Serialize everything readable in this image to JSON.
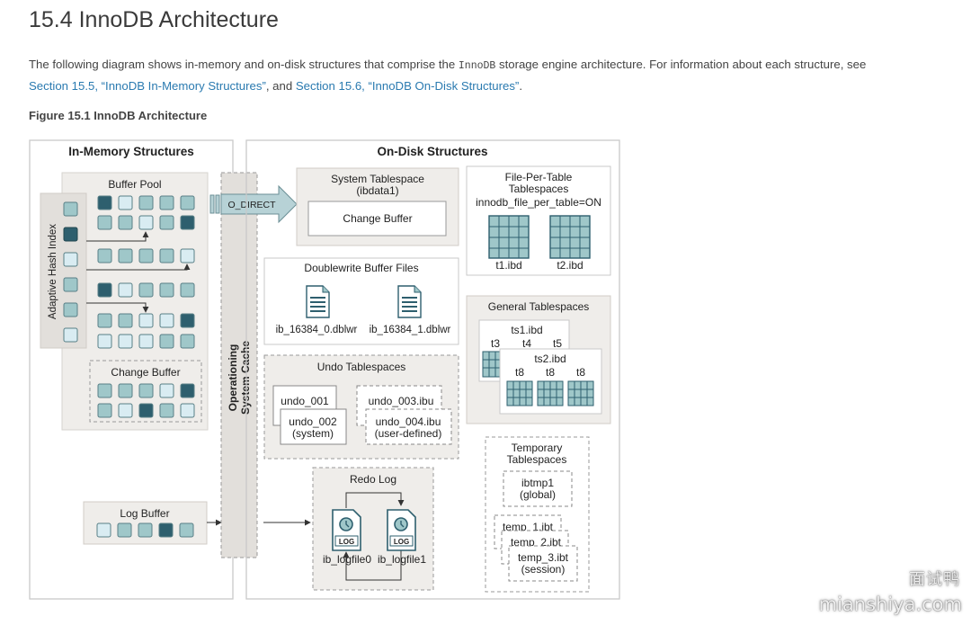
{
  "page": {
    "title": "15.4 InnoDB Architecture",
    "intro_before": "The following diagram shows in-memory and on-disk structures that comprise the ",
    "intro_code": "InnoDB",
    "intro_after": " storage engine architecture. For information about each structure, see",
    "link1": "Section 15.5, “InnoDB In-Memory Structures”",
    "between_links": ", and ",
    "link2": "Section 15.6, “InnoDB On-Disk Structures”",
    "intro_end": ".",
    "figure_caption": "Figure 15.1 InnoDB Architecture"
  },
  "diagram": {
    "in_memory": {
      "title": "In-Memory Structures",
      "buffer_pool": "Buffer Pool",
      "adaptive_hash_index": "Adaptive Hash Index",
      "change_buffer": "Change Buffer",
      "log_buffer": "Log Buffer"
    },
    "os_cache": {
      "line1": "Operationing",
      "line2": "System Cache"
    },
    "o_direct": "O_DIRECT",
    "on_disk": {
      "title": "On-Disk Structures",
      "system_tablespace": {
        "line1": "System Tablespace",
        "line2": "(ibdata1)",
        "change_buffer": "Change Buffer"
      },
      "file_per_table": {
        "line1": "File-Per-Table",
        "line2": "Tablespaces",
        "setting": "innodb_file_per_table=ON",
        "file1": "t1.ibd",
        "file2": "t2.ibd"
      },
      "doublewrite": {
        "title": "Doublewrite Buffer Files",
        "file1": "ib_16384_0.dblwr",
        "file2": "ib_16384_1.dblwr"
      },
      "general": {
        "title": "General Tablespaces",
        "ts1": "ts1.ibd",
        "t3": "t3",
        "t4": "t4",
        "t5": "t5",
        "ts2": "ts2.ibd",
        "t8a": "t8",
        "t8b": "t8",
        "t8c": "t8"
      },
      "undo": {
        "title": "Undo Tablespaces",
        "undo1": "undo_001",
        "undo2": "undo_002",
        "undo2_sub": "(system)",
        "undo3": "undo_003.ibu",
        "undo4": "undo_004.ibu",
        "undo4_sub": "(user-defined)"
      },
      "temporary": {
        "line1": "Temporary",
        "line2": "Tablespaces",
        "ibtmp1": "ibtmp1",
        "ibtmp1_sub": "(global)",
        "temp1": "temp_1.ibt",
        "temp2": "temp_2.ibt",
        "temp3": "temp_3.ibt",
        "temp3_sub": "(session)"
      },
      "redo": {
        "title": "Redo Log",
        "log_tag": "LOG",
        "file0": "ib_logfile0",
        "file1": "ib_logfile1"
      }
    }
  },
  "watermark": {
    "cn": "面试鸭",
    "en": "mianshiya.com"
  },
  "colors": {
    "dark_cell": "#2e5f6e",
    "mid_cell": "#9fc7c9",
    "light_cell": "#d9ecf2",
    "panel_bg": "#efedea",
    "link": "#2a7ab0"
  }
}
